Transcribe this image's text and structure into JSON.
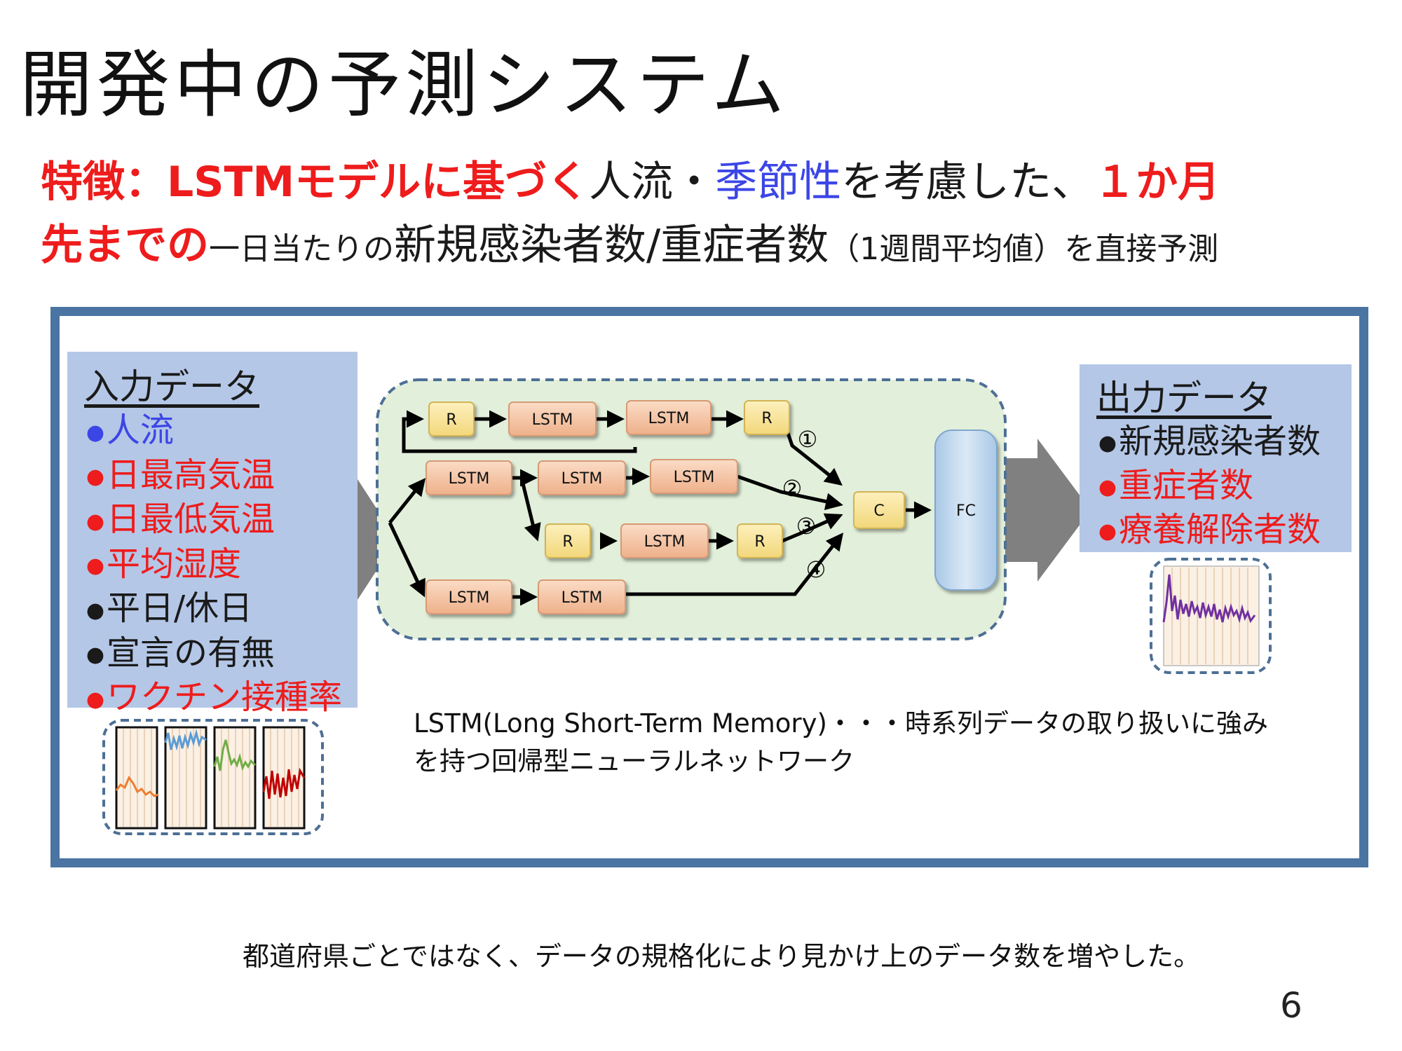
{
  "title": "開発中の予測システム",
  "feature": {
    "line1_red": "特徴：LSTMモデルに基づく",
    "line1_black1": "人流・",
    "line1_blue": "季節性",
    "line1_black2": "を考慮した、",
    "line1_red2": "１か月",
    "line2_red": "先までの",
    "line2_small1": "一日当たりの",
    "line2_big": "新規感染者数/重症者数",
    "line2_small2": "（1週間平均値）を直接予測"
  },
  "input_data": {
    "title": "入力データ",
    "items": [
      {
        "label": "人流",
        "color": "#3c46e6"
      },
      {
        "label": "日最高気温",
        "color": "#ee1c1c"
      },
      {
        "label": "日最低気温",
        "color": "#ee1c1c"
      },
      {
        "label": "平均湿度",
        "color": "#ee1c1c"
      },
      {
        "label": "平日/休日",
        "color": "#1a1a1a"
      },
      {
        "label": "宣言の有無",
        "color": "#1a1a1a"
      },
      {
        "label": "ワクチン接種率",
        "color": "#ee1c1c"
      }
    ]
  },
  "output_data": {
    "title": "出力データ",
    "items": [
      {
        "label": "新規感染者数",
        "color": "#1a1a1a"
      },
      {
        "label": "重症者数",
        "color": "#ee1c1c"
      },
      {
        "label": "療養解除者数",
        "color": "#ee1c1c"
      }
    ]
  },
  "network": {
    "r": "R",
    "lstm": "LSTM",
    "c": "C",
    "fc": "FC",
    "branch_labels": [
      "①",
      "②",
      "③",
      "④"
    ]
  },
  "description": {
    "line1": "LSTM(Long Short-Term Memory)・・・時系列データの取り扱いに強み",
    "line2": "を持つ回帰型ニューラルネットワーク"
  },
  "footer": "都道府県ごとではなく、データの規格化により見かけ上のデータ数を増やした。",
  "page_number": "6",
  "colors": {
    "frame": "#4a74a2",
    "panel": "#b4c7e7",
    "network_bg": "#e2efda",
    "lstm_box": "#f6c7a5",
    "r_box": "#fbe79b",
    "fc_box": "#bcd6ee",
    "big_arrow": "#808080"
  }
}
